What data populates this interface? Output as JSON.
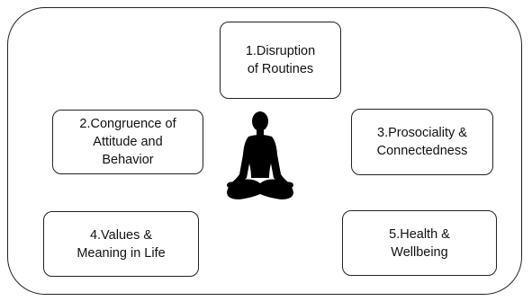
{
  "diagram": {
    "boxes": [
      {
        "number": "1",
        "label": "1.Disruption\nof Routines"
      },
      {
        "number": "2",
        "label": "2.Congruence of\nAttitude and\nBehavior"
      },
      {
        "number": "3",
        "label": "3.Prosociality &\nConnectedness"
      },
      {
        "number": "4",
        "label": "4.Values &\nMeaning in Life"
      },
      {
        "number": "5",
        "label": "5.Health &\nWellbeing"
      }
    ],
    "center_icon": "meditating-person-icon",
    "colors": {
      "stroke": "#222222",
      "text": "#111111",
      "silhouette": "#000000",
      "background": "#ffffff"
    }
  }
}
